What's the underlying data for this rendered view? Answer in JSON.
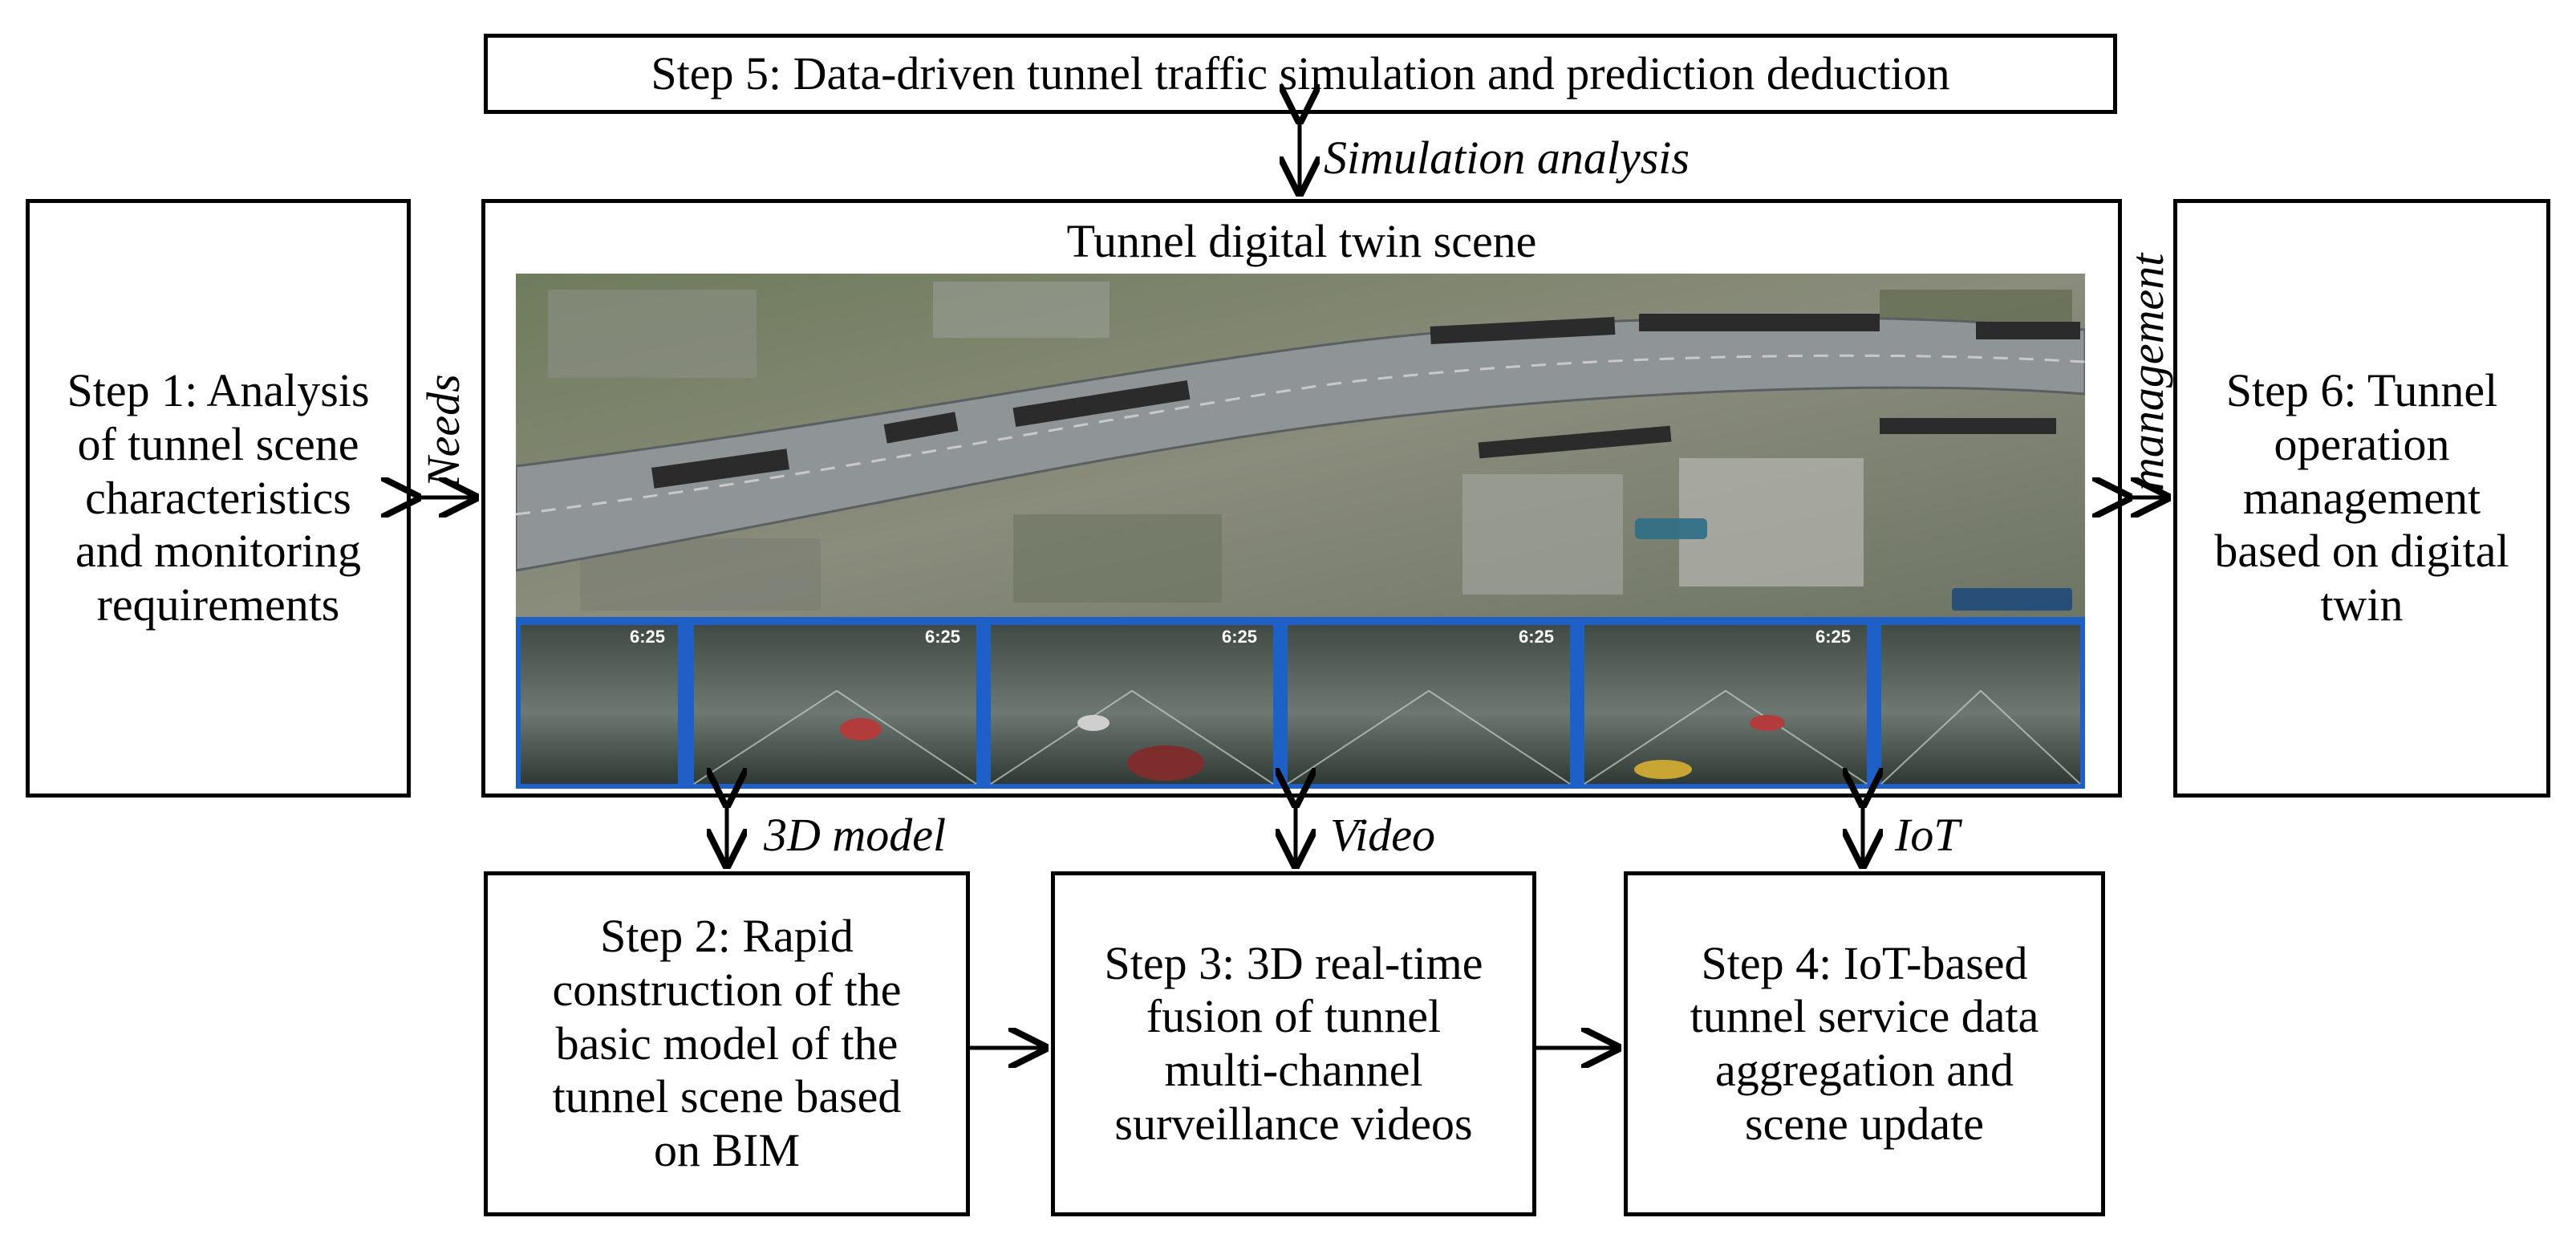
{
  "steps": {
    "step1": "Step 1: Analysis\nof tunnel scene\ncharacteristics\nand monitoring\nrequirements",
    "step2": "Step 2: Rapid\nconstruction of the\nbasic model of the\ntunnel scene based\non BIM",
    "step3": "Step 3: 3D real-time\nfusion of tunnel\nmulti-channel\nsurveillance videos",
    "step4": "Step 4: IoT-based\ntunnel service data\naggregation and\nscene update",
    "step5": "Step 5: Data-driven tunnel traffic simulation and prediction deduction",
    "step6": "Step 6: Tunnel\noperation\nmanagement\nbased on digital\ntwin"
  },
  "scene": {
    "title": "Tunnel digital twin scene",
    "camera_time_label": "6:25"
  },
  "edge_labels": {
    "simulation": "Simulation analysis",
    "needs": "Needs",
    "management": "management",
    "model3d": "3D model",
    "video": "Video",
    "iot": "IoT"
  },
  "colors": {
    "line": "#000000",
    "camera_frame": "#1f5fc8",
    "road": "#8f9497",
    "ground": "#7d8a66"
  }
}
